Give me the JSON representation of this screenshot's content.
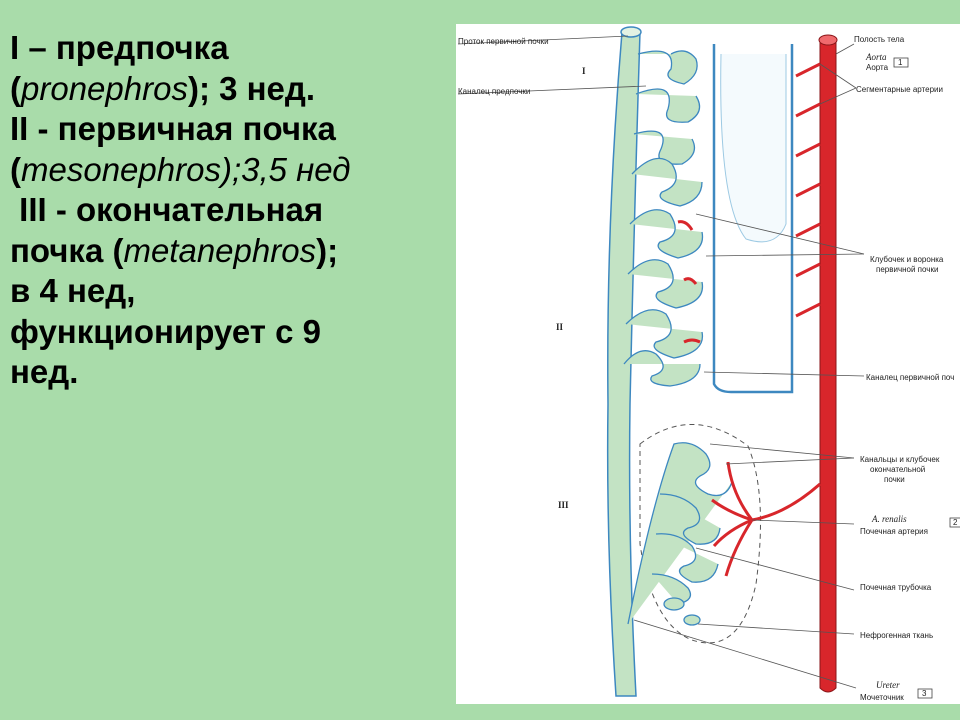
{
  "text": {
    "l1_a": "I – предпочка",
    "l2_a": "(",
    "l2_b": "pronephros",
    "l2_c": "); 3 нед.",
    "l3_a": "II - первичная почка",
    "l4_a": "(",
    "l4_b": "mesonephros);3,5 нед",
    "l5_a": " III - окончательная",
    "l6_a": "почка (",
    "l6_b": "metanephros",
    "l6_c": ");",
    "l7_a": "в 4 нед,",
    "l8_a": "функционирует с 9",
    "l9_a": "нед."
  },
  "figure": {
    "labels": {
      "pronephric_duct": "Проток первичной почки",
      "pronephric_tubule": "Каналец предпочки",
      "body_cavity": "Полость тела",
      "aorta_lat": "Aorta",
      "aorta": "Аорта",
      "segmental_arteries": "Сегментарные артерии",
      "glomerulus_funnel_1": "Клубочек и воронка",
      "glomerulus_funnel_2": "первичной почки",
      "mesonephric_tubule": "Каналец первичной поч",
      "tubules_glomeruli_1": "Канальцы и клубочек",
      "tubules_glomeruli_2": "окончательной",
      "tubules_glomeruli_3": "почки",
      "renal_artery_lat": "A. renalis",
      "renal_artery": "Почечная артерия",
      "renal_tubule": "Почечная трубочка",
      "nephrogenic_tissue": "Нефрогенная ткань",
      "ureter_lat": "Ureter",
      "ureter": "Мочеточник"
    },
    "stage_marks": [
      "I",
      "II",
      "III"
    ],
    "callouts": [
      "1",
      "2",
      "3"
    ],
    "colors": {
      "artery": "#d8262b",
      "tissue": "#c3e3c4",
      "outline": "#3d88c0",
      "background": "#a9dcaa"
    }
  }
}
